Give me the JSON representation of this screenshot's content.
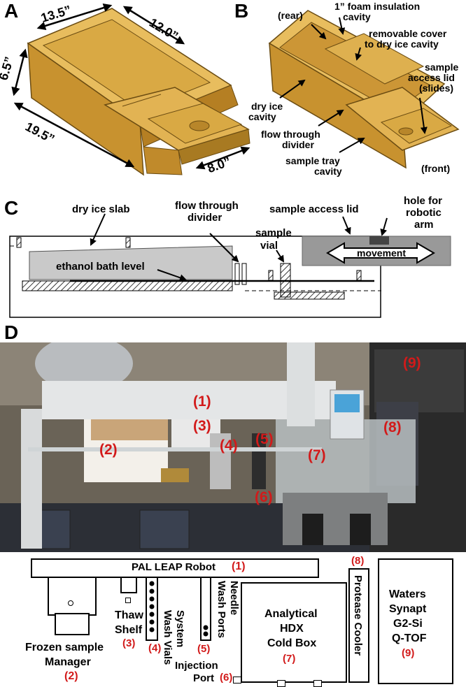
{
  "panels": {
    "a": {
      "label": "A",
      "dims": {
        "top": "13.5”",
        "right": "12.0”",
        "height": "6.5”",
        "bottom": "19.5”",
        "front": "8.0”"
      }
    },
    "b": {
      "label": "B",
      "labels": {
        "rear": "(rear)",
        "foam_line1": "1” foam insulation",
        "foam_line2": "cavity",
        "cover_line1": "removable cover",
        "cover_line2": "to dry ice cavity",
        "access_line1": "sample",
        "access_line2": "access lid",
        "access_line3": "(slides)",
        "dryice_line1": "dry ice",
        "dryice_line2": "cavity",
        "flow_line1": "flow through",
        "flow_line2": "divider",
        "tray_line1": "sample tray",
        "tray_line2": "cavity",
        "front": "(front)"
      }
    },
    "c": {
      "label": "C",
      "labels": {
        "dry_ice_slab": "dry ice slab",
        "flow_line1": "flow through",
        "flow_line2": "divider",
        "access_lid": "sample access lid",
        "hole_line1": "hole for",
        "hole_line2": "robotic",
        "hole_line3": "arm",
        "vial_line1": "sample",
        "vial_line2": "vial",
        "ethanol": "ethanol bath level",
        "movement": "movement"
      }
    },
    "d": {
      "label": "D",
      "photo_numbers": [
        "(1)",
        "(2)",
        "(3)",
        "(4)",
        "(5)",
        "(6)",
        "(7)",
        "(8)",
        "(9)"
      ],
      "schematic": {
        "robot": "PAL LEAP Robot",
        "robot_num": "(1)",
        "frozen_line1": "Frozen sample",
        "frozen_line2": "Manager",
        "frozen_num": "(2)",
        "thaw_line1": "Thaw",
        "thaw_line2": "Shelf",
        "thaw_num": "(3)",
        "wash_system": "System",
        "wash_vials": "Wash Vials",
        "wash_num": "(4)",
        "needle": "Needle",
        "wash_ports": "Wash Ports",
        "ports_num": "(5)",
        "injection_line1": "Injection",
        "injection_line2": "Port",
        "injection_num": "(6)",
        "hdx_line1": "Analytical",
        "hdx_line2": "HDX",
        "hdx_line3": "Cold Box",
        "hdx_num": "(7)",
        "protease": "Protease Cooler",
        "protease_num": "(8)",
        "waters_line1": "Waters",
        "waters_line2": "Synapt",
        "waters_line3": "G2-Si",
        "waters_line4": "Q-TOF",
        "waters_num": "(9)"
      }
    }
  },
  "colors": {
    "tan": "#d8a94b",
    "tan_dark": "#a87a22",
    "red": "#d21a1a",
    "slab": "#c9c9c9",
    "lid": "#999999"
  }
}
